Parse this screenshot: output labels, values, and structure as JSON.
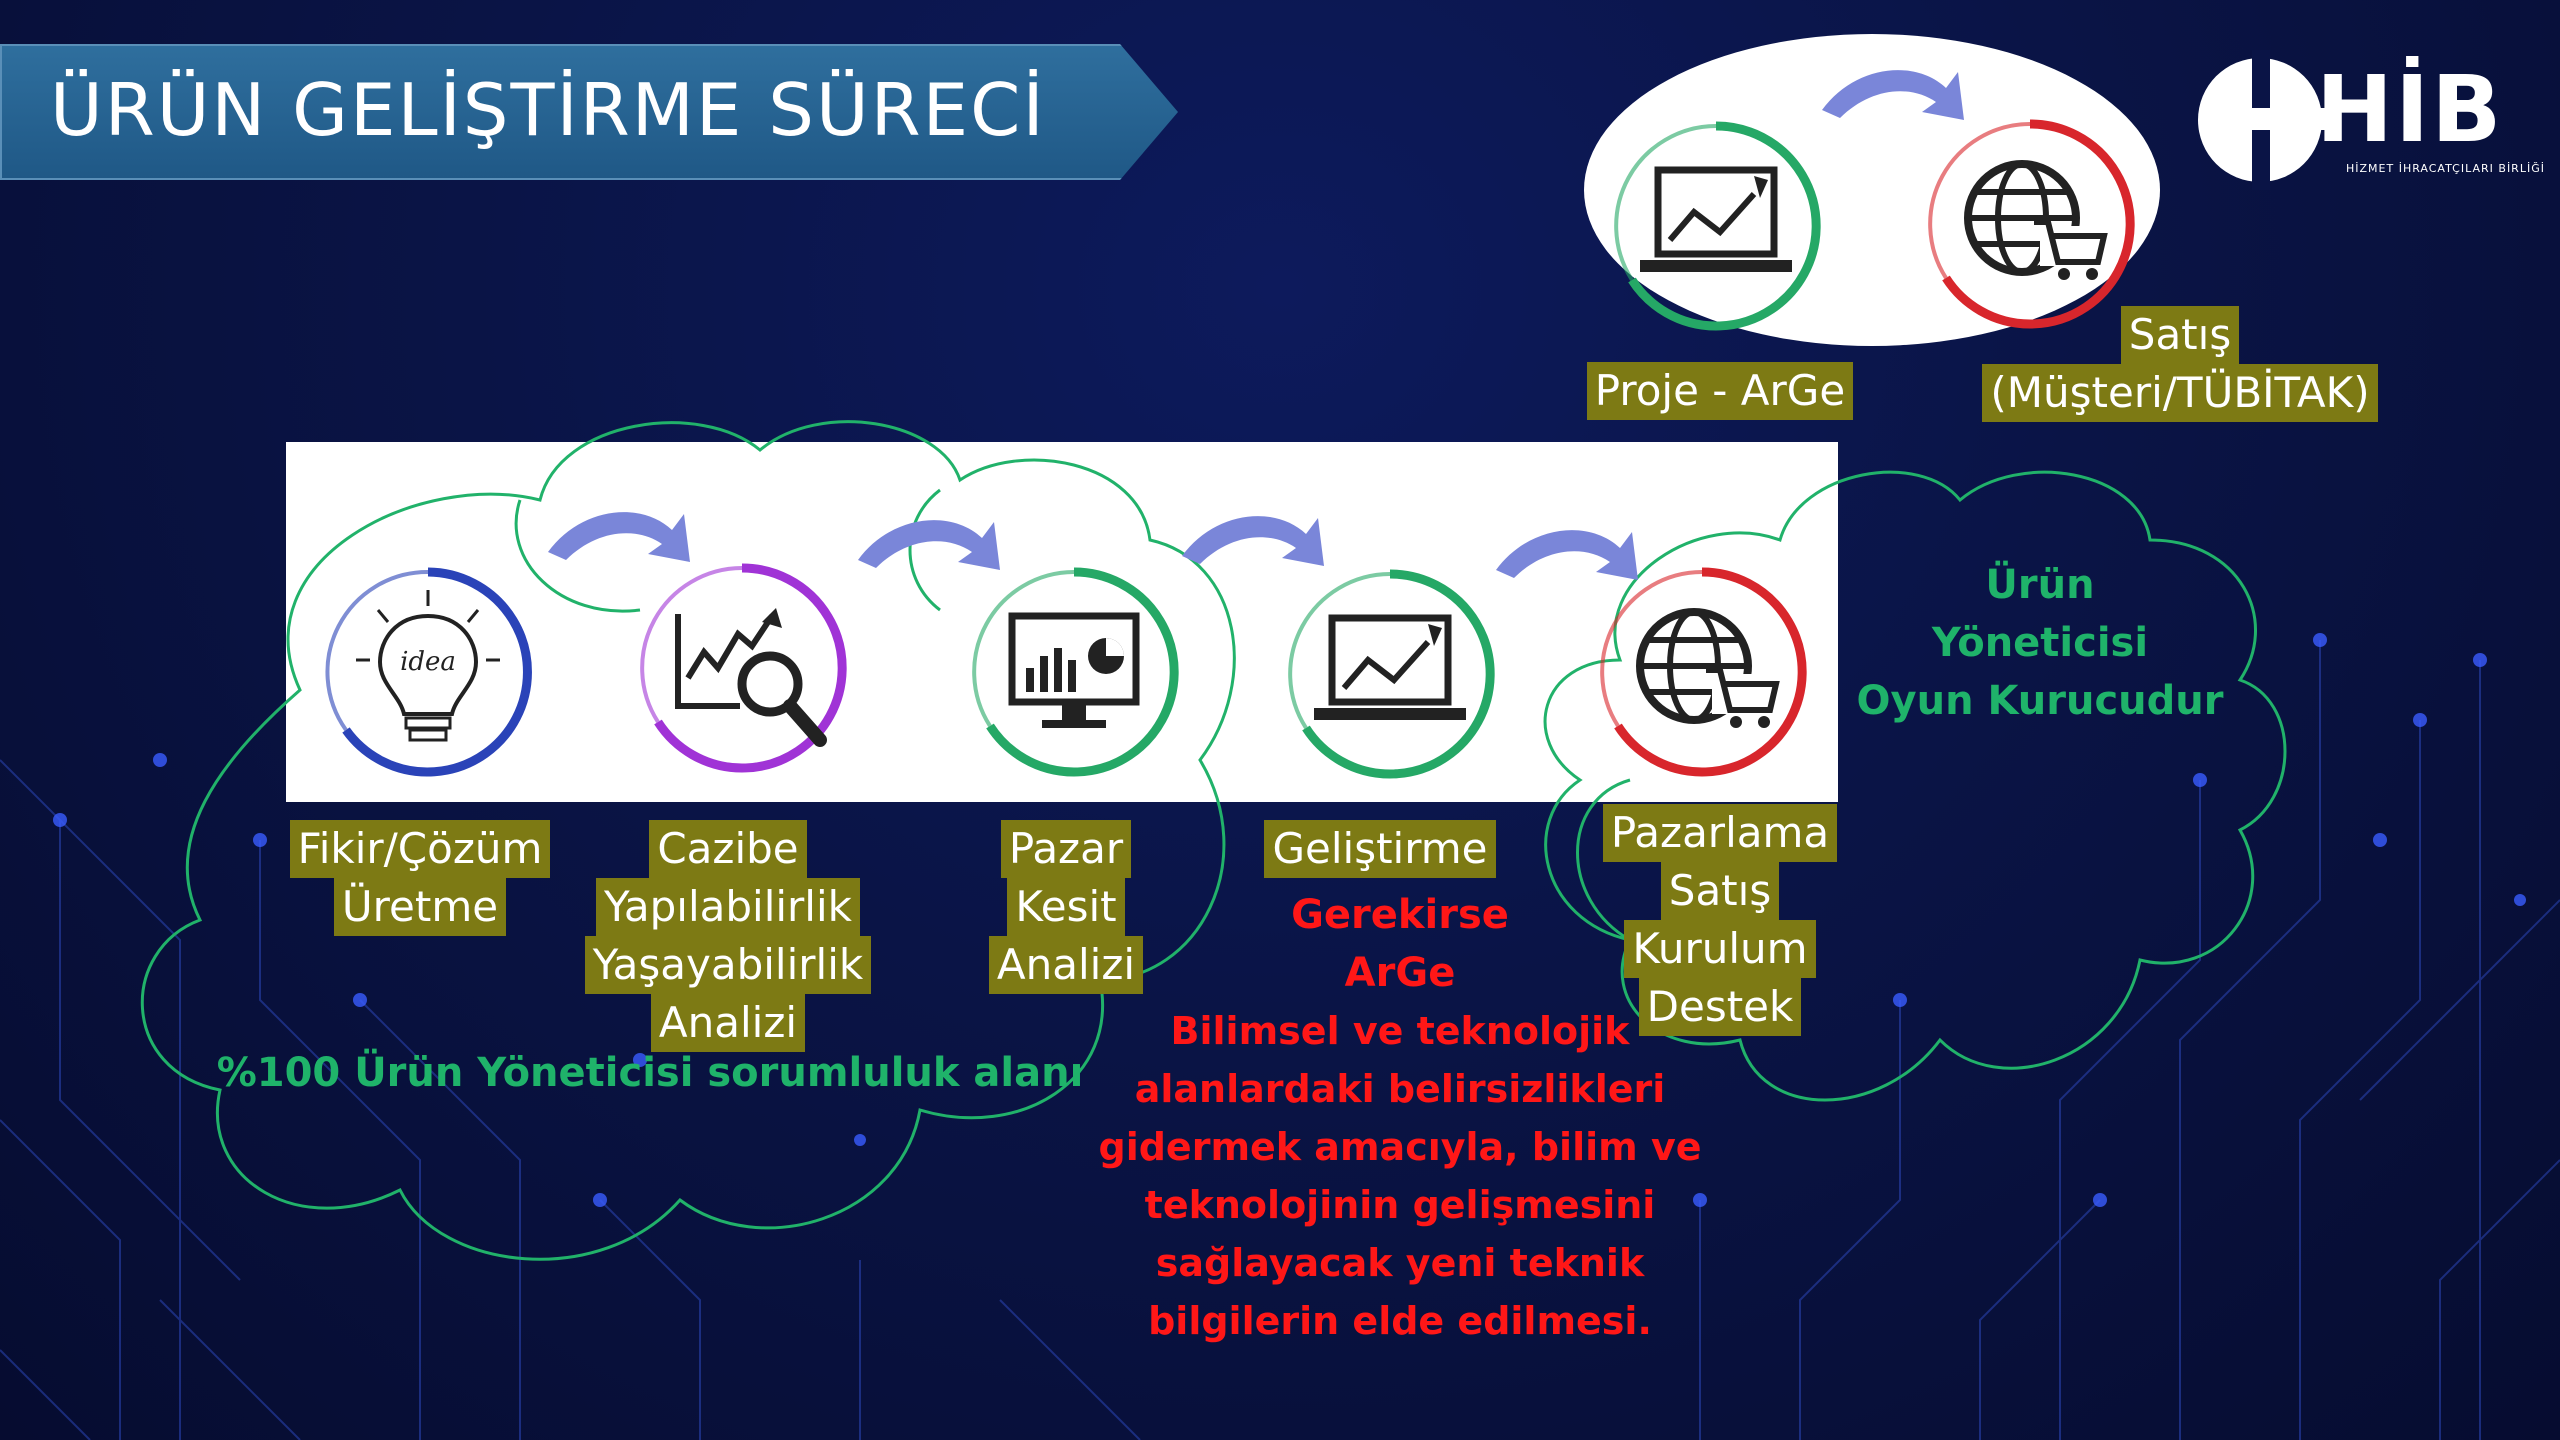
{
  "title": "ÜRÜN GELİŞTİRME SÜRECİ",
  "logo": {
    "name": "HİB",
    "subtitle": "HİZMET İHRACATÇILARI BİRLİĞİ"
  },
  "colors": {
    "label_bg": "#7d7a14",
    "green": "#1fb36a",
    "red": "#ff1717",
    "background": "#0a1446"
  },
  "top_flow": {
    "left_label": "Proje  - ArGe",
    "right_label_lines": [
      "Satış",
      "(Müşteri/TÜBİTAK)"
    ],
    "icons": [
      "development-chart-icon",
      "globe-cart-icon"
    ]
  },
  "steps": [
    {
      "icon": "idea-bulb-icon",
      "lines": [
        "Fikir/Çözüm",
        "Üretme"
      ]
    },
    {
      "icon": "analysis-magnifier-icon",
      "lines": [
        "Cazibe",
        "Yapılabilirlik",
        "Yaşayabilirlik",
        "Analizi"
      ]
    },
    {
      "icon": "monitor-chart-icon",
      "lines": [
        "Pazar",
        "Kesit",
        "Analizi"
      ]
    },
    {
      "icon": "development-chart-icon",
      "lines": [
        "Geliştirme"
      ]
    },
    {
      "icon": "globe-cart-icon",
      "lines": [
        "Pazarlama",
        "Satış",
        "Kurulum",
        "Destek"
      ]
    }
  ],
  "responsibility_text": "%100 Ürün Yöneticisi sorumluluk alanı",
  "role_text_lines": [
    "Ürün",
    "Yöneticisi",
    "Oyun Kurucudur"
  ],
  "arge": {
    "heading_lines": [
      "Gerekirse",
      "ArGe"
    ],
    "description_lines": [
      "Bilimsel ve teknolojik",
      "alanlardaki belirsizlikleri",
      "gidermek amacıyla, bilim ve",
      "teknolojinin gelişmesini",
      "sağlayacak yeni teknik",
      "bilgilerin elde edilmesi."
    ]
  }
}
